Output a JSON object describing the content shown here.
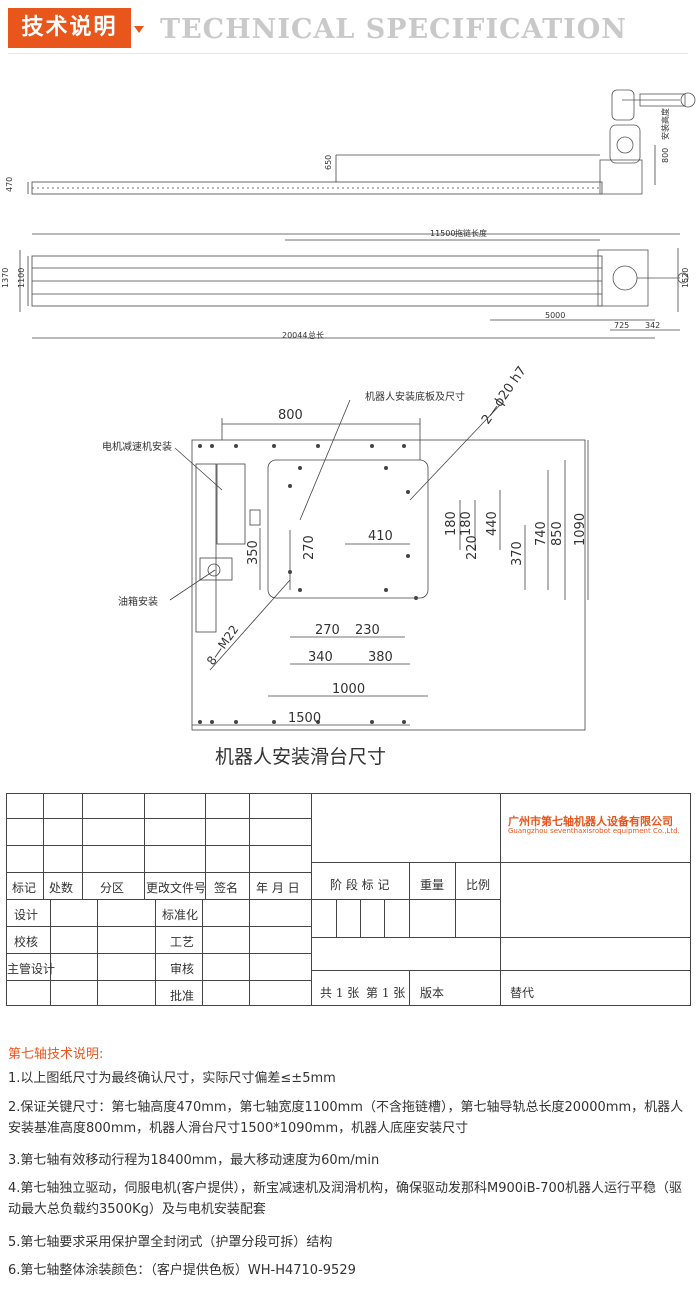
{
  "header": {
    "title_cn": "技术说明",
    "title_en": "TECHNICAL SPECIFICATION"
  },
  "drawing_top": {
    "dims": {
      "height_470": "470",
      "height_650": "650",
      "height_800": "800",
      "label_800": "安装高度",
      "width_1370": "1370",
      "width_1100": "1100",
      "width_1520": "1520",
      "chain_length": "11500",
      "chain_label": "拖链长度",
      "total_length": "20044",
      "total_label": "总长",
      "dim_5000": "5000",
      "dim_725": "725",
      "dim_342": "342"
    }
  },
  "drawing_slide": {
    "caption": "机器人安装滑台尺寸",
    "labels": {
      "motor": "电机减速机安装",
      "base_plate": "机器人安装底板及尺寸",
      "oil_box": "油箱安装",
      "pin": "2—ϕ20 h7",
      "bolt": "8—M22"
    },
    "dims": {
      "d800": "800",
      "d410": "410",
      "d350": "350",
      "d270v": "270",
      "d270h": "270",
      "d230": "230",
      "d340": "340",
      "d380": "380",
      "d1000": "1000",
      "d1500": "1500",
      "d180a": "180",
      "d180b": "180",
      "d220": "220",
      "d440": "440",
      "d370": "370",
      "d740": "740",
      "d850": "850",
      "d1090": "1090"
    }
  },
  "title_block": {
    "company_cn": "广州市第七轴机器人设备有限公司",
    "company_en": "Guangzhou seventhaxisrobot equipment Co.,Ltd.",
    "row_labels": [
      "标记",
      "处数",
      "分区",
      "更改文件号",
      "签名",
      "年 月 日"
    ],
    "left_rows": [
      "设计",
      "校核",
      "主管设计",
      ""
    ],
    "mid_rows": [
      "标准化",
      "工艺",
      "审核",
      "批准"
    ],
    "stage_label": "阶 段 标 记",
    "weight_label": "重量",
    "ratio_label": "比例",
    "sheets_total": "共 1 张",
    "sheet_no": "第 1 张",
    "version": "版本",
    "replace": "替代"
  },
  "notes": {
    "title": "第七轴技术说明:",
    "items": [
      "1.以上图纸尺寸为最终确认尺寸，实际尺寸偏差≤±5mm",
      "2.保证关键尺寸：第七轴高度470mm，第七轴宽度1100mm（不含拖链槽），第七轴导轨总长度20000mm，机器人安装基准高度800mm，机器人滑台尺寸1500*1090mm，机器人底座安装尺寸",
      "3.第七轴有效移动行程为18400mm，最大移动速度为60m/min",
      "4.第七轴独立驱动，伺服电机(客户提供），新宝减速机及润滑机构，确保驱动发那科M900iB-700机器人运行平稳（驱动最大总负载约3500Kg）及与电机安装配套",
      "5.第七轴要求采用保护罩全封闭式（护罩分段可拆）结构",
      "6.第七轴整体涂装颜色：（客户提供色板）WH-H4710-9529"
    ]
  },
  "colors": {
    "accent": "#e8561c",
    "header_en": "#c9c9c9"
  }
}
